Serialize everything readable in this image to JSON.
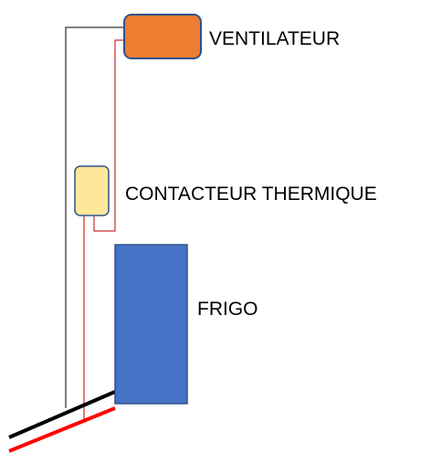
{
  "labels": {
    "fan": "VENTILATEUR",
    "thermal_switch": "CONTACTEUR THERMIQUE",
    "fridge": "FRIGO"
  },
  "colors": {
    "fan_fill": "#ed7d31",
    "fan_border": "#2f528f",
    "switch_fill": "#ffe699",
    "switch_border": "#2f528f",
    "fridge_fill": "#4472c4",
    "fridge_border": "#2f528f",
    "black_wire": "#000000",
    "red_wire": "#ff0000",
    "thin_red_wire": "#c00000"
  }
}
